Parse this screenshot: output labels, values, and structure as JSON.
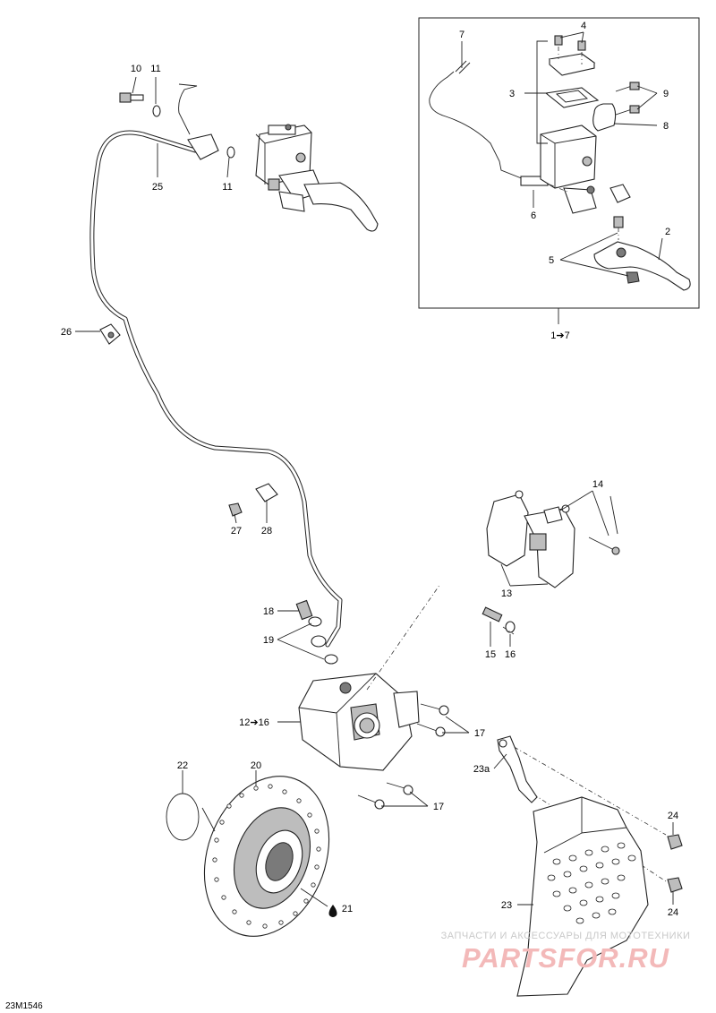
{
  "diagram_code": "23M1546",
  "labels": {
    "l1_7": "1➔7",
    "l2": "2",
    "l3": "3",
    "l4": "4",
    "l5": "5",
    "l6": "6",
    "l7": "7",
    "l8": "8",
    "l9": "9",
    "l10": "10",
    "l11a": "11",
    "l11b": "11",
    "l12_16": "12➔16",
    "l13": "13",
    "l14": "14",
    "l15": "15",
    "l16": "16",
    "l17a": "17",
    "l17b": "17",
    "l18": "18",
    "l19": "19",
    "l20": "20",
    "l21": "21",
    "l22": "22",
    "l23": "23",
    "l23a": "23a",
    "l24a": "24",
    "l24b": "24",
    "l25": "25",
    "l26": "26",
    "l27": "27",
    "l28": "28"
  },
  "watermark": {
    "line1": "ЗАПЧАСТИ И АКСЕССУАРЫ ДЛЯ МОТОТЕХНИКИ",
    "line2": "PARTSFOR.RU"
  },
  "colors": {
    "ink": "#222222",
    "shade": "#bdbdbd",
    "watermark_red": "#f3b9b9"
  }
}
